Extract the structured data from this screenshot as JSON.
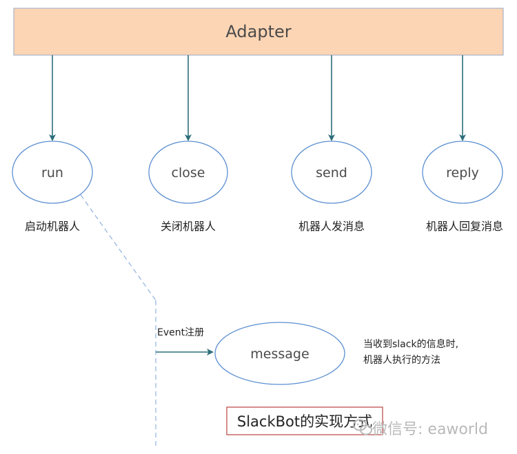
{
  "colors": {
    "adapter_fill": "#fcd5b4",
    "adapter_stroke": "#9aa9c6",
    "node_stroke": "#5b8fd0",
    "arrow": "#2c6e7a",
    "dashed": "#8fb1e0",
    "title_border": "#c0504d",
    "watermark": "#b9b9b9"
  },
  "adapter": {
    "label": "Adapter"
  },
  "methods": [
    {
      "label": "run",
      "desc": "启动机器人"
    },
    {
      "label": "close",
      "desc": "关闭机器人"
    },
    {
      "label": "send",
      "desc": "机器人发消息"
    },
    {
      "label": "reply",
      "desc": "机器人回复消息"
    }
  ],
  "event": {
    "label": "Event注册"
  },
  "message": {
    "label": "message",
    "desc_line1": "当收到slack的信息时,",
    "desc_line2": "机器人执行的方法"
  },
  "title": {
    "label": "SlackBot的实现方式"
  },
  "watermark": {
    "label": "微信号: eaworld",
    "icon": "wechat-icon"
  }
}
